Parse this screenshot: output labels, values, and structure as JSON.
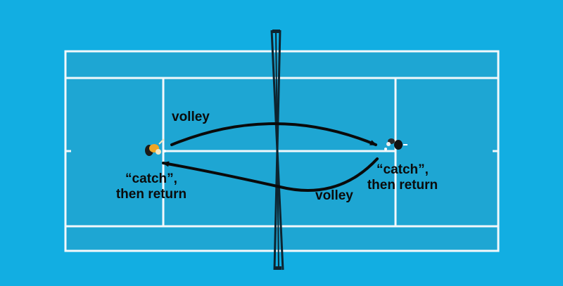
{
  "background_color": "#12aee2",
  "inner_court_color": "#1ea6d3",
  "line_color": "#f2f8fb",
  "arrow_color": "#0a0a0a",
  "labels": {
    "volley_top": "volley",
    "volley_bottom": "volley",
    "left_player_line1": "“catch”,",
    "left_player_line2": "then return",
    "right_player_line1": "“catch”,",
    "right_player_line2": "then return"
  },
  "icons": {
    "left_player": "player-icon",
    "right_player": "player-icon",
    "net": "tennis-net"
  }
}
